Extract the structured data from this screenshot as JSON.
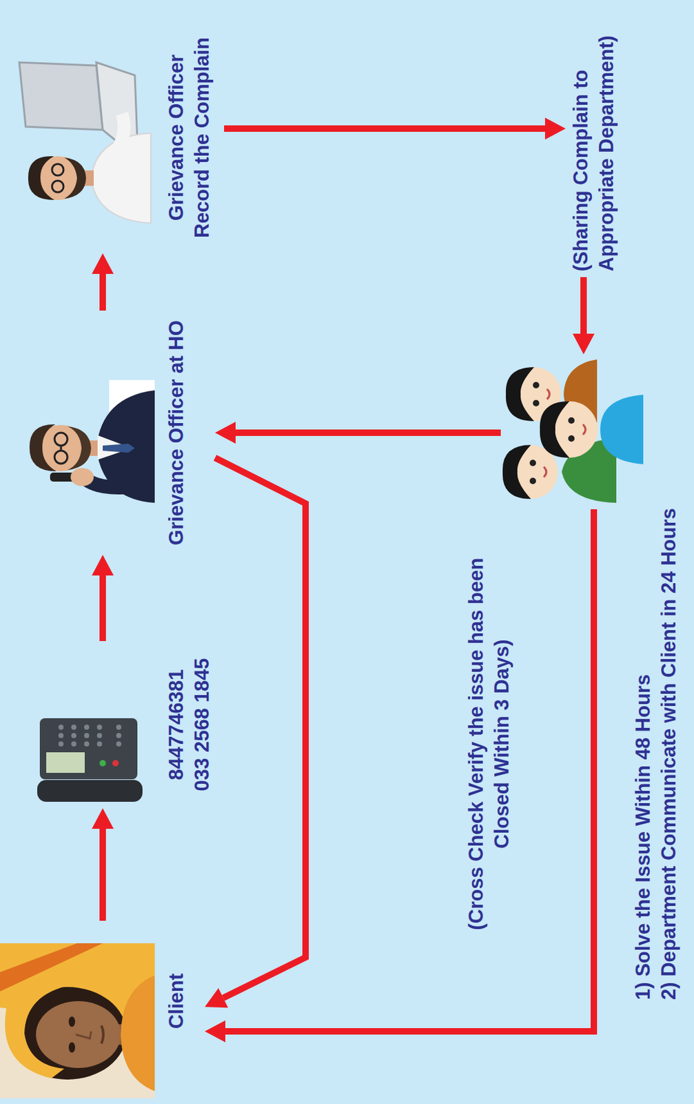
{
  "diagram": {
    "nodes": [
      {
        "text": [
          "Client"
        ]
      },
      {
        "text": [
          "8447746381",
          "033 2568 1845"
        ]
      },
      {
        "text": [
          "Grievance Officer at HO"
        ]
      },
      {
        "text": [
          "Grievance Officer Record the Complain"
        ]
      },
      {
        "text": [
          "(Sharing Complain to Appropriate Department)"
        ]
      }
    ],
    "edges": [
      {
        "from": 0,
        "to": 1,
        "arrow": "to"
      },
      {
        "from": 1,
        "to": 2,
        "arrow": "to"
      },
      {
        "from": 2,
        "to": 3,
        "arrow": "to"
      },
      {
        "from": 3,
        "to": 4,
        "arrow": "to"
      },
      {
        "from": 4,
        "to": 2,
        "arrow": "to"
      },
      {
        "from": 2,
        "to": 0,
        "arrow": "to"
      },
      {
        "from": 4,
        "to": 0,
        "arrow": "to"
      }
    ],
    "labels": [
      "(Cross Check Verify the issue has been Closed Within 3 Days)",
      "1) Solve the Issue Within 48 Hours",
      "2) Department Communicate with Client in 24 Hours"
    ]
  }
}
